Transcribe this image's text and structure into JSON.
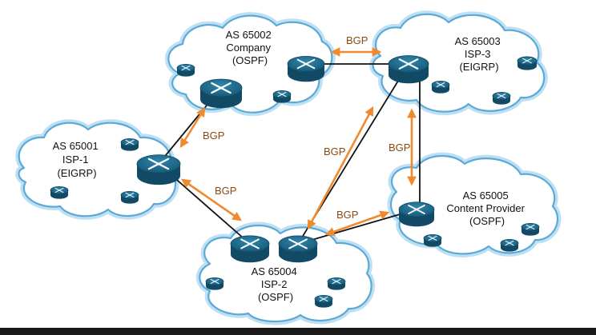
{
  "colors": {
    "cloud_fill": "#ffffff",
    "cloud_stroke": "#5ba9d6",
    "cloud_glow": "#bfe0f3",
    "link": "#111111",
    "bgp_arrow": "#ef8a2e",
    "bgp_text": "#8a4a12",
    "router_fill": "#1f6a8c",
    "router_dark": "#124a66"
  },
  "clouds": [
    {
      "id": "as65002",
      "lines": [
        "AS 65002",
        "Company",
        "(OSPF)"
      ]
    },
    {
      "id": "as65003",
      "lines": [
        "AS 65003",
        "ISP-3",
        "(EIGRP)"
      ]
    },
    {
      "id": "as65001",
      "lines": [
        "AS 65001",
        "ISP-1",
        "(EIGRP)"
      ]
    },
    {
      "id": "as65005",
      "lines": [
        "AS 65005",
        "Content Provider",
        "(OSPF)"
      ]
    },
    {
      "id": "as65004",
      "lines": [
        "AS 65004",
        "ISP-2",
        "(OSPF)"
      ]
    }
  ],
  "bgp_label": "BGP",
  "router_icon": "router-icon"
}
